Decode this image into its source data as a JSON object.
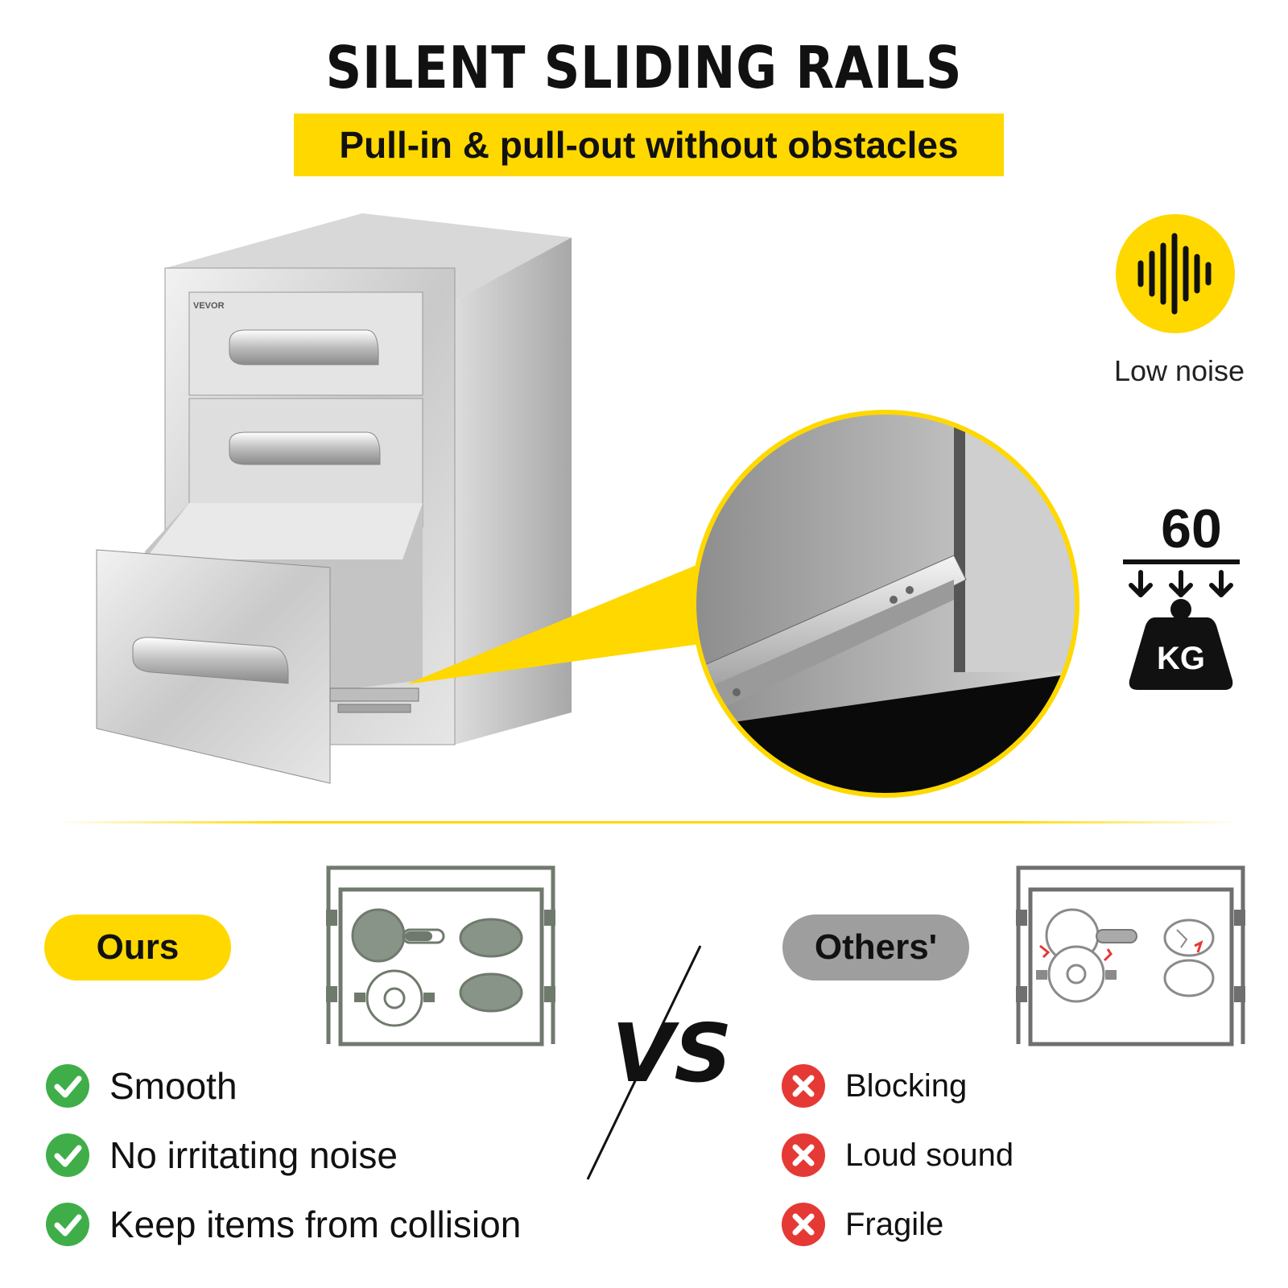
{
  "header": {
    "title": "SILENT SLIDING RAILS",
    "subtitle": "Pull-in & pull-out without obstacles"
  },
  "product": {
    "brand_mark": "VEVOR"
  },
  "features": {
    "noise_label": "Low noise",
    "load_value": "60",
    "load_unit": "KG"
  },
  "comparison": {
    "ours_label": "Ours",
    "others_label": "Others'",
    "ours_points": [
      "Smooth",
      "No irritating noise",
      "Keep items from collision"
    ],
    "others_points": [
      "Blocking",
      "Loud sound",
      "Fragile"
    ],
    "vs_label": "VS"
  },
  "colors": {
    "accent_yellow": "#ffd800",
    "check_green": "#3fae49",
    "cross_red": "#e53935",
    "pill_gray": "#9e9e9e"
  },
  "icons": {
    "noise": "sound-wave-icon",
    "load": "weight-kg-icon",
    "good": "check-circle-icon",
    "bad": "cross-circle-icon"
  }
}
